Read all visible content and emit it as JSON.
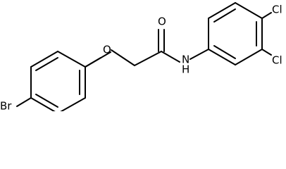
{
  "molecule": {
    "atom_labels": {
      "bromine": "Br",
      "ether_oxygen": "O",
      "carbonyl_oxygen": "O",
      "amide_nitrogen": "N",
      "amide_hydrogen": "H",
      "chlorine_para": "Cl",
      "chlorine_meta": "Cl"
    }
  },
  "colors": {
    "bond": "#000000",
    "background": "#ffffff"
  }
}
